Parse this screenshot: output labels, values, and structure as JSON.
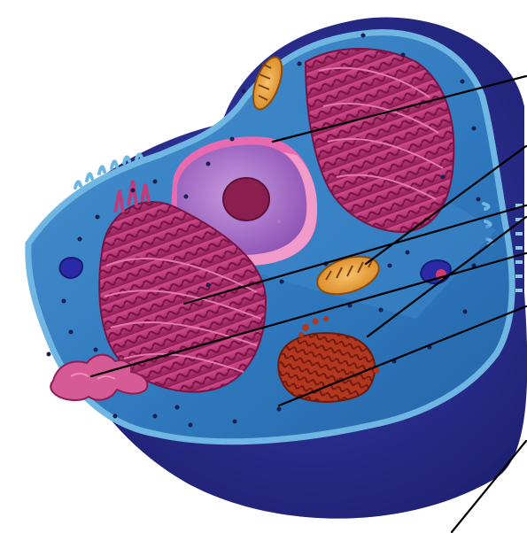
{
  "colors": {
    "outer_shell": "#2b2f8f",
    "outer_shell_dark": "#1c1f6e",
    "cytoplasm": "#2f78bd",
    "cytoplasm_light": "#4a93d0",
    "membrane": "#6fb6e3",
    "nucleus": "#a36bc4",
    "nucleus_light": "#c79be0",
    "nuclear_envelope": "#e86ab0",
    "nucleolus": "#8a1f4f",
    "rough_er": "#c23a7c",
    "rough_er_dark": "#8e1f55",
    "mitochondrion": "#f0a43a",
    "mitochondrion_inner": "#7a4410",
    "golgi": "#b3361f",
    "golgi_dark": "#7c1f10",
    "lysosome": "#2a2aa8",
    "ribosome": "#1a1f50",
    "leader_line": "#000000"
  },
  "structures": [
    {
      "id": "nucleus",
      "icon": "nucleus-icon"
    },
    {
      "id": "mitochondrion",
      "icon": "mitochondrion-icon"
    },
    {
      "id": "rough-endoplasmic-reticulum",
      "icon": "rough-er-icon"
    },
    {
      "id": "golgi-apparatus",
      "icon": "golgi-icon"
    },
    {
      "id": "smooth-endoplasmic-reticulum",
      "icon": "smooth-er-icon"
    },
    {
      "id": "ribosome",
      "icon": "ribosome-icon"
    },
    {
      "id": "lysosome",
      "icon": "lysosome-icon"
    },
    {
      "id": "cell-membrane",
      "icon": "cell-membrane-icon"
    }
  ]
}
